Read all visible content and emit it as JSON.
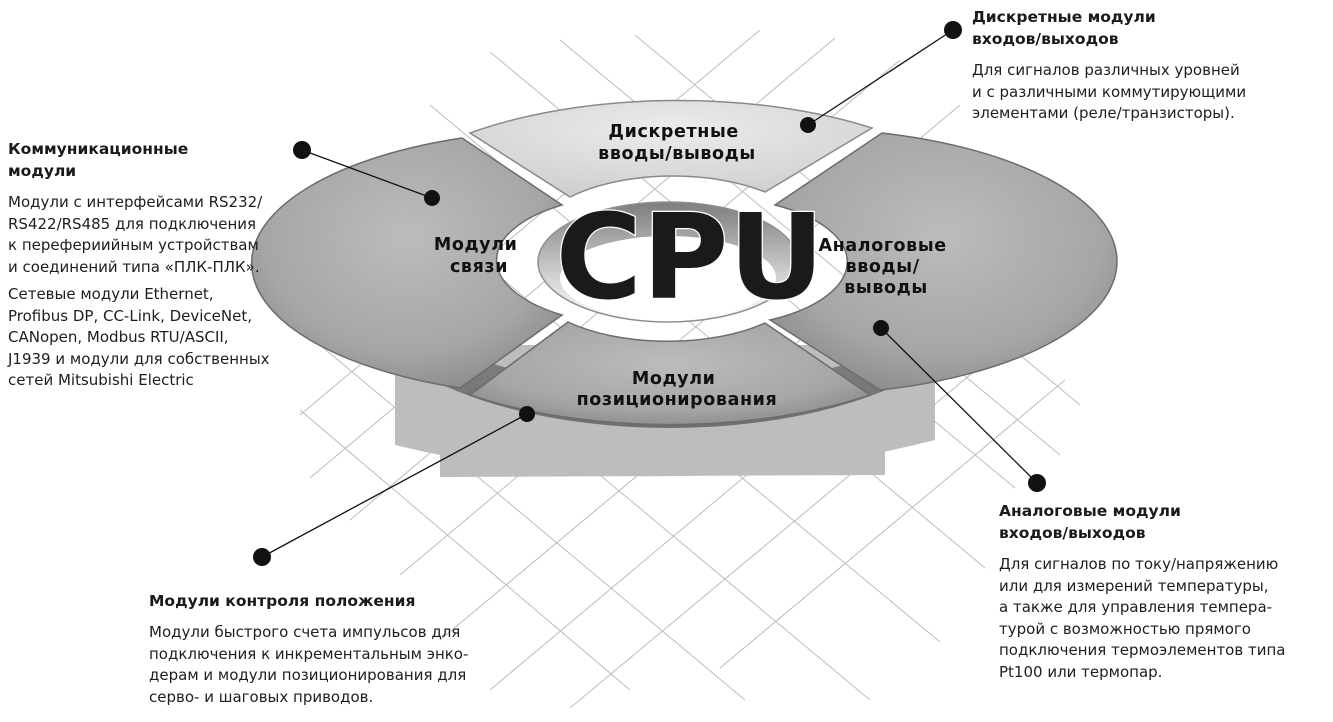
{
  "center": {
    "label": "CPU"
  },
  "segments": {
    "top": [
      "Дискретные",
      "вводы/выводы"
    ],
    "left": [
      "Модули",
      "связи"
    ],
    "right": [
      "Аналоговые",
      "вводы/",
      "выводы"
    ],
    "bottom": [
      "Модули",
      "позиционирования"
    ]
  },
  "callouts": {
    "discrete": {
      "title": [
        "Дискретные модули",
        "входов/выходов"
      ],
      "body": [
        "Для сигналов различных уровней",
        "и с различными коммутирующими",
        "элементами (реле/транзисторы)."
      ]
    },
    "communication": {
      "title": [
        "Коммуникационные",
        "модули"
      ],
      "body1": [
        "Модули с интерфейсами RS232/",
        "RS422/RS485 для подключения",
        "к перефериийным устройствам",
        "и соединений типа «ПЛК-ПЛК»."
      ],
      "body2": [
        "Сетевые модули Ethernet,",
        "Profibus DP, CC-Link, DeviceNet,",
        "CANopen, Modbus RTU/ASCII,",
        "J1939 и модули для собственных",
        "сетей Mitsubishi Electric"
      ]
    },
    "analog": {
      "title": [
        "Аналоговые модули",
        "входов/выходов"
      ],
      "body": [
        "Для сигналов по току/напряжению",
        "или для измерений температуры,",
        "а также для управления темпера-",
        "турой с возможностью прямого",
        "подключения термоэлементов типа",
        "Pt100 или термопар."
      ]
    },
    "positioning": {
      "title": [
        "Модули контроля положения"
      ],
      "body": [
        "Модули быстрого счета импульсов для",
        "подключения к инкрементальным энко-",
        "дерам и модули позиционирования для",
        "серво- и шаговых приводов."
      ]
    }
  },
  "colors": {
    "segment_top": "#e2e2e2",
    "segment_sides": "#a9a9a9",
    "shadow": "#bdbdbd",
    "grid_line": "#bcbcbc",
    "leader": "#111111"
  }
}
